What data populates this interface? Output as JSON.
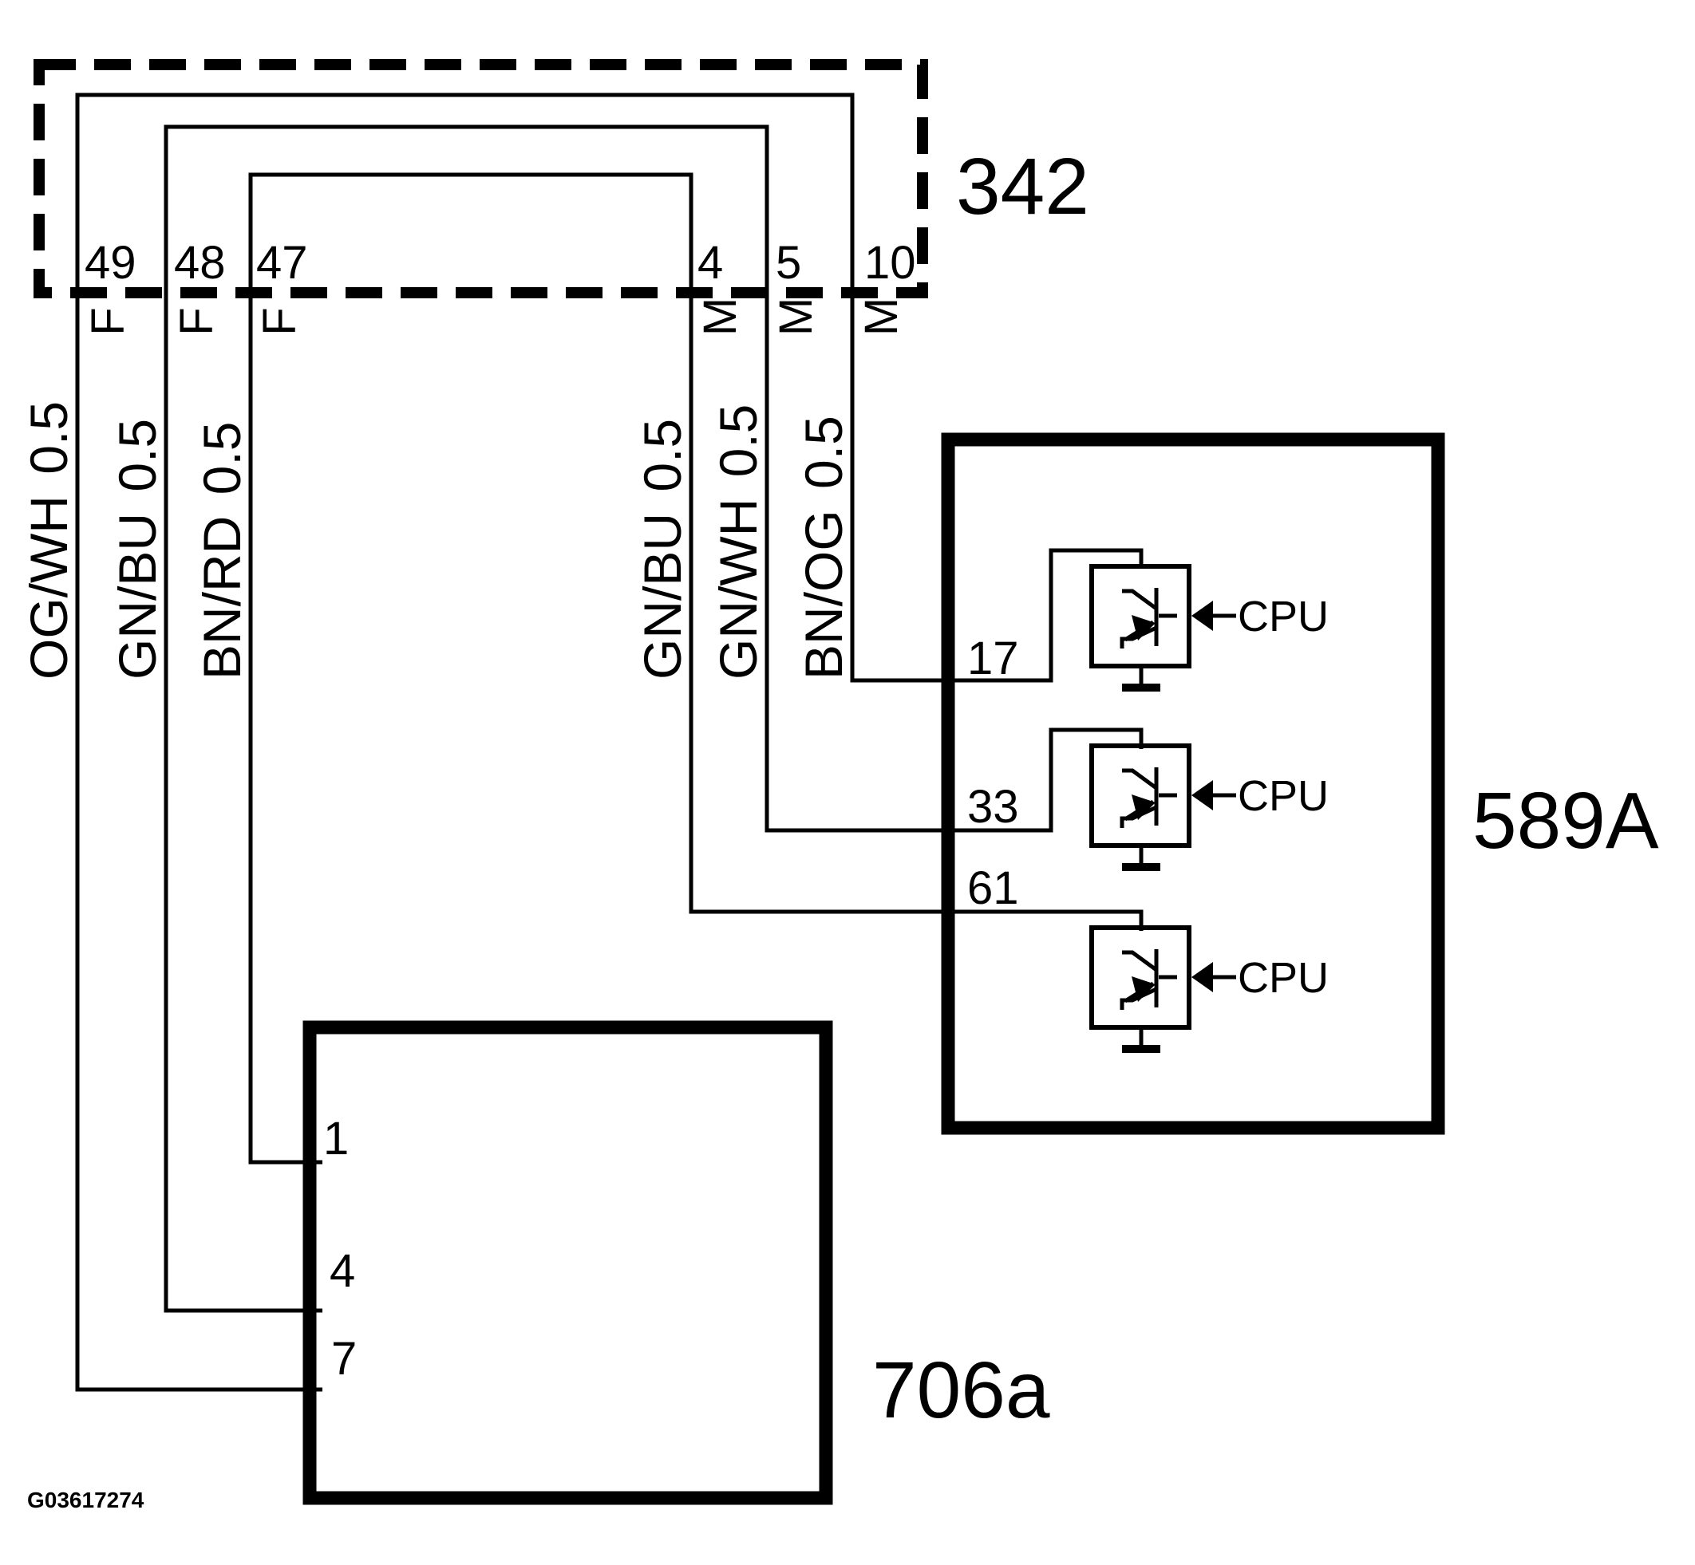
{
  "diagram": {
    "background_color": "#ffffff",
    "line_color": "#000000",
    "figure_id": "G03617274",
    "connector": {
      "label": "342",
      "left_pins": [
        {
          "number": "49",
          "gender": "F",
          "wire": "OG/WH 0.5"
        },
        {
          "number": "48",
          "gender": "F",
          "wire": "GN/BU 0.5"
        },
        {
          "number": "47",
          "gender": "F",
          "wire": "BN/RD 0.5"
        }
      ],
      "right_pins": [
        {
          "number": "4",
          "gender": "M",
          "wire": "GN/BU 0.5"
        },
        {
          "number": "5",
          "gender": "M",
          "wire": "GN/WH 0.5"
        },
        {
          "number": "10",
          "gender": "M",
          "wire": "BN/OG 0.5"
        }
      ]
    },
    "module_589a": {
      "label": "589A",
      "cpu_label": "CPU",
      "pins": [
        {
          "number": "17"
        },
        {
          "number": "33"
        },
        {
          "number": "61"
        }
      ]
    },
    "module_706a": {
      "label": "706a",
      "pins": [
        {
          "number": "1"
        },
        {
          "number": "4"
        },
        {
          "number": "7"
        }
      ]
    },
    "connections": [
      {
        "from": "342 pin 49",
        "to": "342 pin 10",
        "via": "jumper loop inside connector"
      },
      {
        "from": "342 pin 48",
        "to": "342 pin 5",
        "via": "jumper loop inside connector"
      },
      {
        "from": "342 pin 47",
        "to": "342 pin 4",
        "via": "jumper loop inside connector"
      },
      {
        "from": "342 pin 49",
        "to": "706a pin 7",
        "wire": "OG/WH 0.5"
      },
      {
        "from": "342 pin 48",
        "to": "706a pin 4",
        "wire": "GN/BU 0.5"
      },
      {
        "from": "342 pin 47",
        "to": "706a pin 1",
        "wire": "BN/RD 0.5"
      },
      {
        "from": "342 pin 10",
        "to": "589A pin 17",
        "wire": "BN/OG 0.5"
      },
      {
        "from": "342 pin 5",
        "to": "589A pin 33",
        "wire": "GN/WH 0.5"
      },
      {
        "from": "342 pin 4",
        "to": "589A pin 61",
        "wire": "GN/BU 0.5"
      }
    ]
  }
}
